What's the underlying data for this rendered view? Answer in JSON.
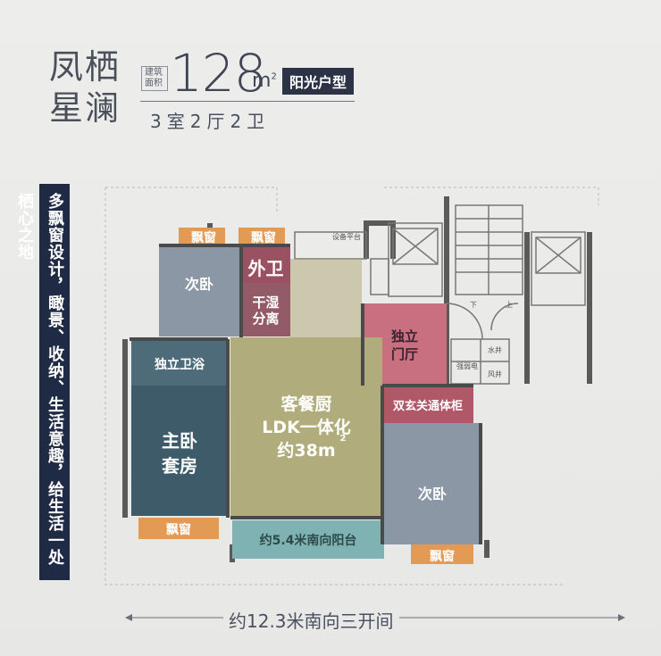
{
  "header": {
    "brand_line1": "凤栖",
    "brand_line2": "星澜",
    "area_label": "建筑面积",
    "area_value": "128",
    "area_unit": "m",
    "area_unit_sup": "2",
    "type_tag": "阳光户型",
    "rooms_text": "3室2厅2卫"
  },
  "side_text": "多飘窗设计，瞰景、收纳、生活意趣，给生活一处栖心之地",
  "plan": {
    "rooms": [
      {
        "id": "bay1",
        "label": "飘窗"
      },
      {
        "id": "bay2",
        "label": "飘窗"
      },
      {
        "id": "bedroom_nw",
        "label": "次卧"
      },
      {
        "id": "outer_bath",
        "label": "外卫"
      },
      {
        "id": "dry_wet",
        "label": "干湿\n分离"
      },
      {
        "id": "foyer",
        "label": "独立\n门厅"
      },
      {
        "id": "master_bath",
        "label": "独立卫浴"
      },
      {
        "id": "master",
        "label": "主卧\n套房"
      },
      {
        "id": "ldk",
        "label": "客餐厨\nLDK一体化\n约38m"
      },
      {
        "id": "ldk_sup",
        "label": "2"
      },
      {
        "id": "cabinet",
        "label": "双玄关通体柜"
      },
      {
        "id": "bedroom_se",
        "label": "次卧"
      },
      {
        "id": "bay3",
        "label": "飘窗"
      },
      {
        "id": "balcony",
        "label": "约5.4米南向阳台"
      },
      {
        "id": "bay4",
        "label": "飘窗"
      }
    ],
    "small_labels": {
      "platform": "设备平台",
      "water": "水井",
      "power": "强弱电",
      "wind": "风井",
      "down": "下",
      "up": "上"
    }
  },
  "dimension_text": "约12.3米南向三开间",
  "colors": {
    "navy": "#1f2a44",
    "bay": "#e39a54",
    "bedroom": "#8c97a6",
    "master": "#3e5b6a",
    "master_bath": "#4d6b79",
    "ldk": "#b0ac7c",
    "bath": "#9a5262",
    "foyer": "#c8707f",
    "cabinet": "#b05868",
    "balcony": "#7fb3b3"
  }
}
